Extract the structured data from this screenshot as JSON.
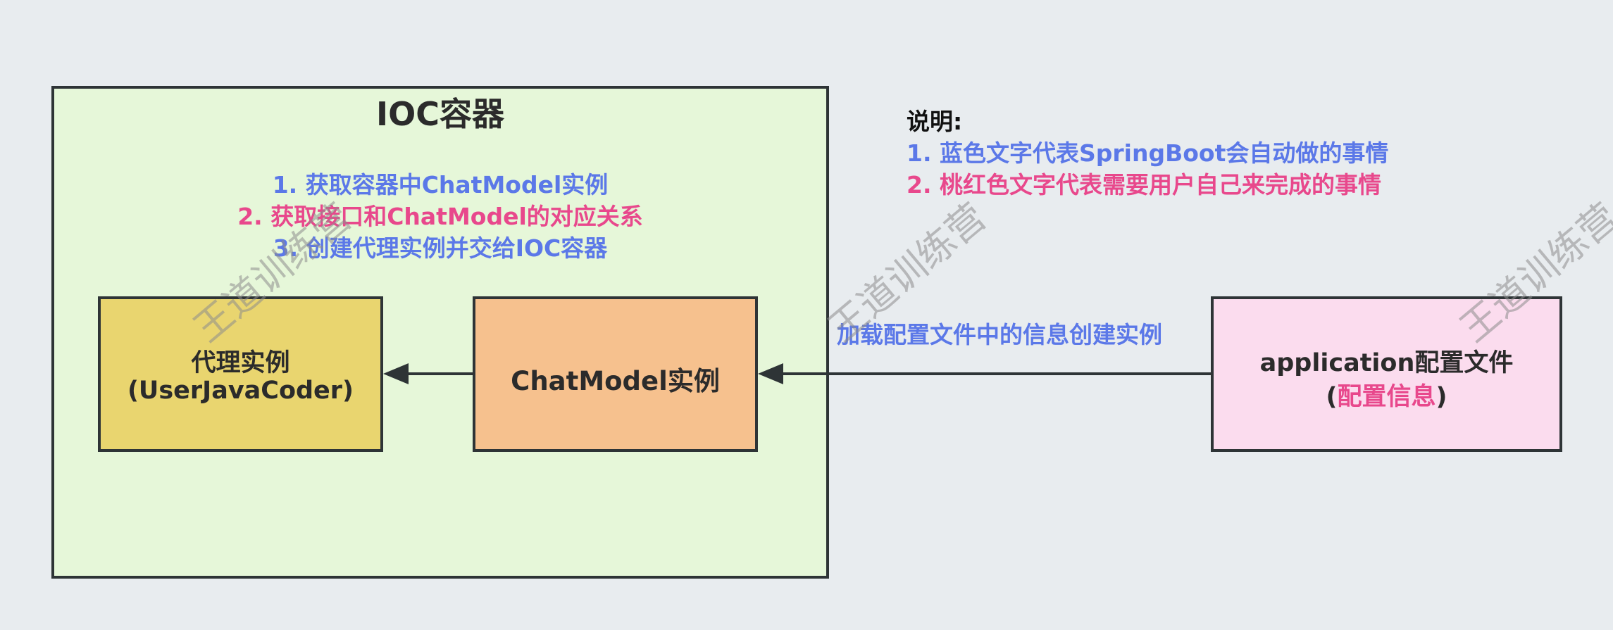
{
  "colors": {
    "blue_text": "#5b78e8",
    "pink_text": "#e8488c",
    "container_fill": "#e6f7d9",
    "proxy_fill": "#e9d56f",
    "chatmodel_fill": "#f6c18e",
    "app_fill": "#fbdcee",
    "stroke": "#2e3436"
  },
  "ioc": {
    "title": "IOC容器",
    "steps": [
      "1. 获取容器中ChatModel实例",
      "2. 获取接口和ChatModel的对应关系",
      "3. 创建代理实例并交给IOC容器"
    ]
  },
  "nodes": {
    "proxy": {
      "line1": "代理实例",
      "line2": "(UserJavaCoder)"
    },
    "chatmodel": {
      "label": "ChatModel实例"
    },
    "app": {
      "line1": "application配置文件",
      "paren_open": "(",
      "highlight": "配置信息",
      "paren_close": ")"
    }
  },
  "edge_label": "加载配置文件中的信息创建实例",
  "note": {
    "title": "说明:",
    "items": [
      "1. 蓝色文字代表SpringBoot会自动做的事情",
      "2. 桃红色文字代表需要用户自己来完成的事情"
    ]
  },
  "watermark": "王道训练营"
}
